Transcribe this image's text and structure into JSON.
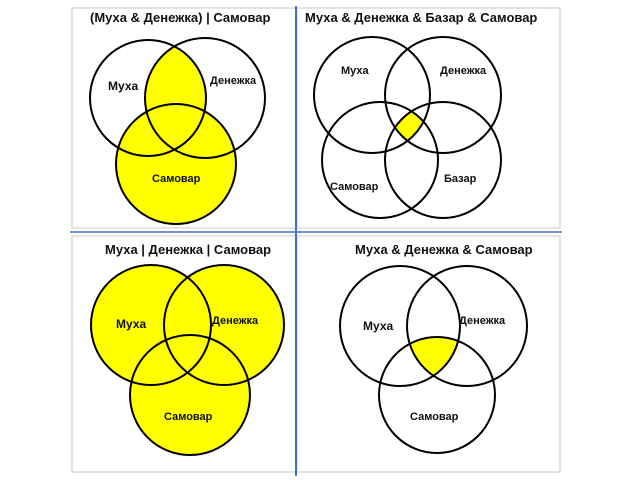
{
  "colors": {
    "highlight": "#ffff00",
    "divider": "#3f6fd0",
    "frame": "#c8c8c8",
    "stroke": "#000000"
  },
  "panels": {
    "top_left": {
      "title": "(Муха & Денежка) | Самовар",
      "labels": {
        "a": "Муха",
        "b": "Денежка",
        "c": "Самовар"
      }
    },
    "top_right": {
      "title": "Муха & Денежка & Базар & Самовар",
      "labels": {
        "a": "Муха",
        "b": "Денежка",
        "c": "Самовар",
        "d": "Базар"
      }
    },
    "bottom_left": {
      "title": "Муха | Денежка | Самовар",
      "labels": {
        "a": "Муха",
        "b": "Денежка",
        "c": "Самовар"
      }
    },
    "bottom_right": {
      "title": "Муха & Денежка & Самовар",
      "labels": {
        "a": "Муха",
        "b": "Денежка",
        "c": "Самовар"
      }
    }
  }
}
